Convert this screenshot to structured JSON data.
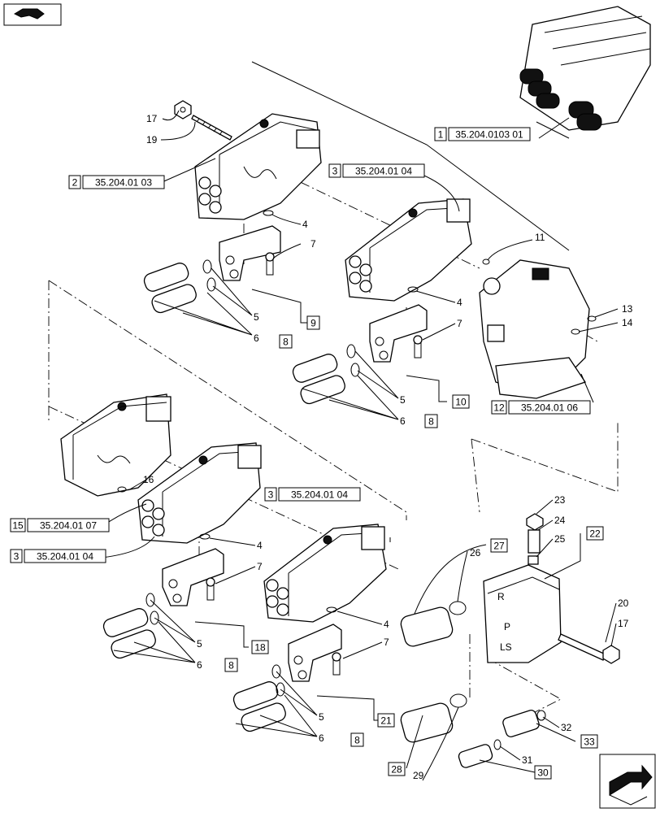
{
  "reference_boxes": [
    {
      "id": "ref-1",
      "num": "1",
      "code": "35.204.0103 01"
    },
    {
      "id": "ref-2",
      "num": "2",
      "code": "35.204.01 03"
    },
    {
      "id": "ref-3a",
      "num": "3",
      "code": "35.204.01 04"
    },
    {
      "id": "ref-12",
      "num": "12",
      "code": "35.204.01 06"
    },
    {
      "id": "ref-15",
      "num": "15",
      "code": "35.204.01 07"
    },
    {
      "id": "ref-3b",
      "num": "3",
      "code": "35.204.01 04"
    },
    {
      "id": "ref-3c",
      "num": "3",
      "code": "35.204.01 04"
    }
  ],
  "boxed_numbers": [
    "9",
    "8",
    "10",
    "8",
    "18",
    "8",
    "21",
    "8",
    "22",
    "27",
    "33",
    "30",
    "28"
  ],
  "plain_numbers": [
    "17",
    "19",
    "4",
    "7",
    "5",
    "6",
    "11",
    "13",
    "14",
    "4",
    "7",
    "5",
    "6",
    "16",
    "4",
    "7",
    "5",
    "6",
    "4",
    "7",
    "5",
    "6",
    "23",
    "24",
    "25",
    "26",
    "20",
    "17",
    "32",
    "31",
    "29"
  ]
}
